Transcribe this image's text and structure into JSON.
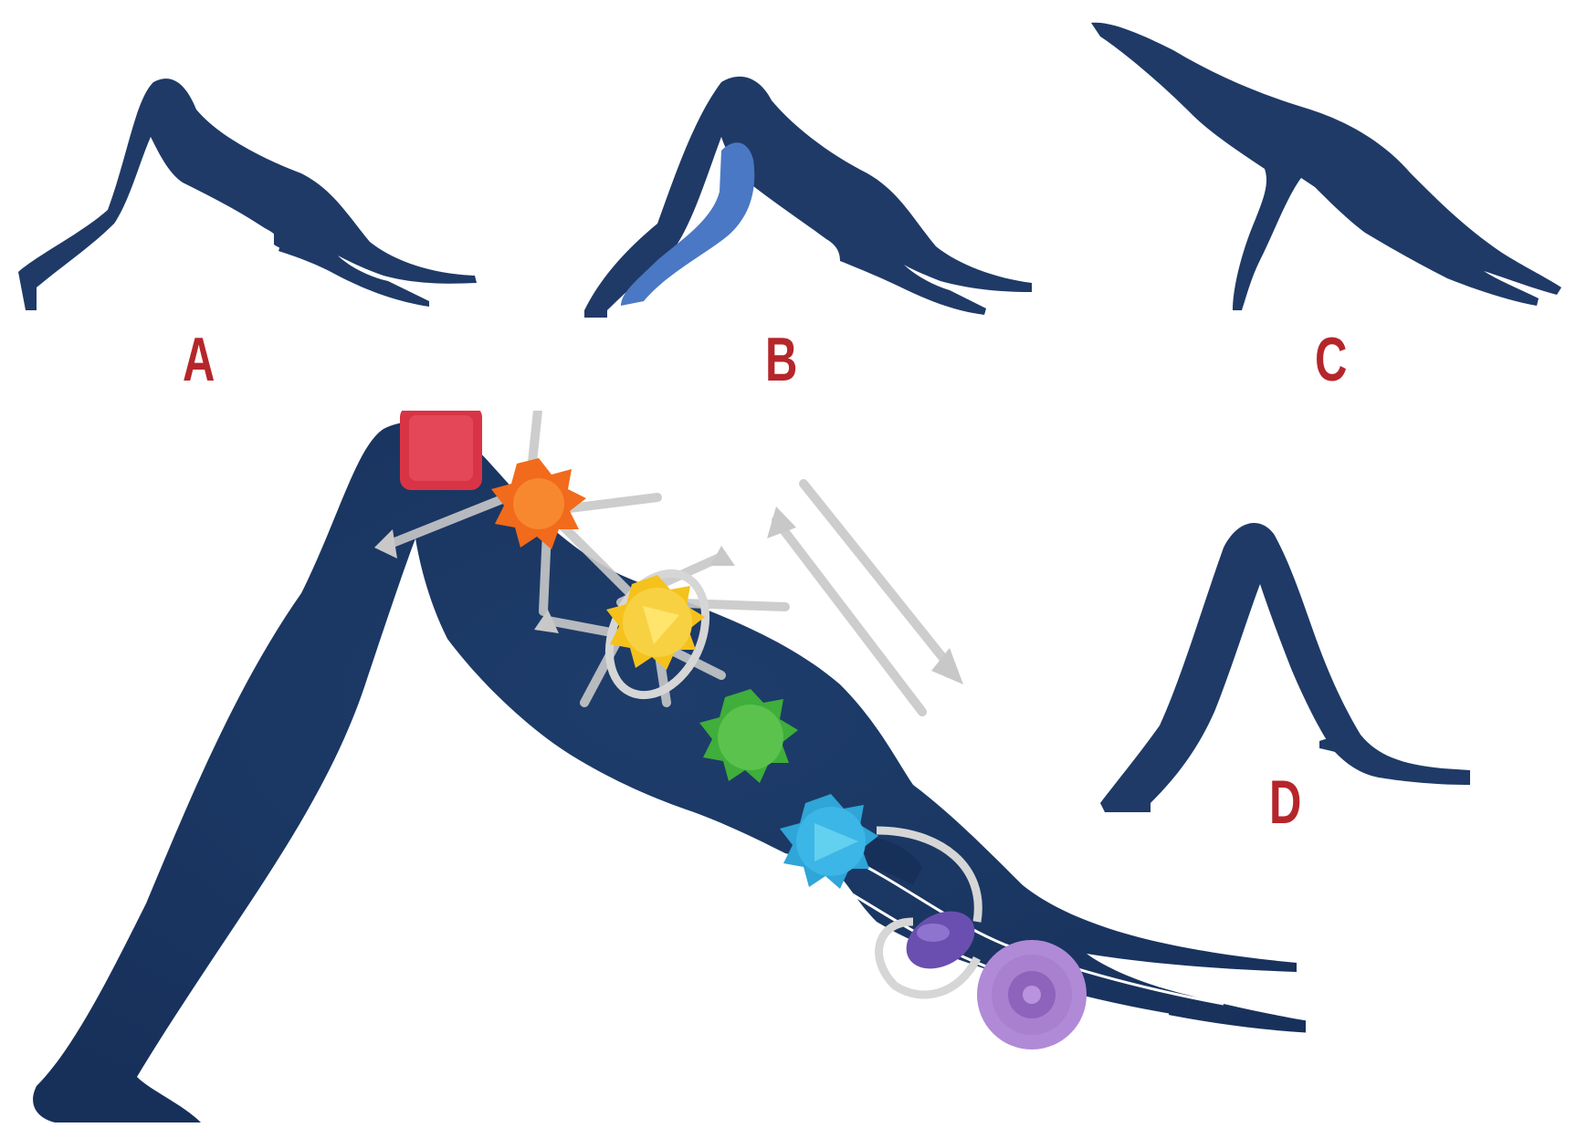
{
  "colors": {
    "figure": "#1f3a67",
    "figure_highlight": "#4a78c4",
    "label": "#b5262b",
    "arrows": "#c8c8c8",
    "chakras": [
      "#d93445",
      "#f26a1b",
      "#f5c21c",
      "#3fae3a",
      "#2fa5d8",
      "#6a4fb0",
      "#a97fcf"
    ]
  },
  "panels": [
    {
      "id": "A",
      "label": "A"
    },
    {
      "id": "B",
      "label": "B"
    },
    {
      "id": "C",
      "label": "C"
    },
    {
      "id": "D",
      "label": "D"
    }
  ],
  "main_figure": {
    "chakras": [
      {
        "name": "root",
        "icon": "red-square-chakra-icon"
      },
      {
        "name": "sacral",
        "icon": "orange-star-chakra-icon"
      },
      {
        "name": "solar-plexus",
        "icon": "yellow-triangle-chakra-icon"
      },
      {
        "name": "heart",
        "icon": "green-star-chakra-icon"
      },
      {
        "name": "throat",
        "icon": "blue-triangle-chakra-icon"
      },
      {
        "name": "third-eye",
        "icon": "violet-drop-chakra-icon"
      },
      {
        "name": "crown",
        "icon": "lilac-lotus-chakra-icon"
      }
    ]
  }
}
